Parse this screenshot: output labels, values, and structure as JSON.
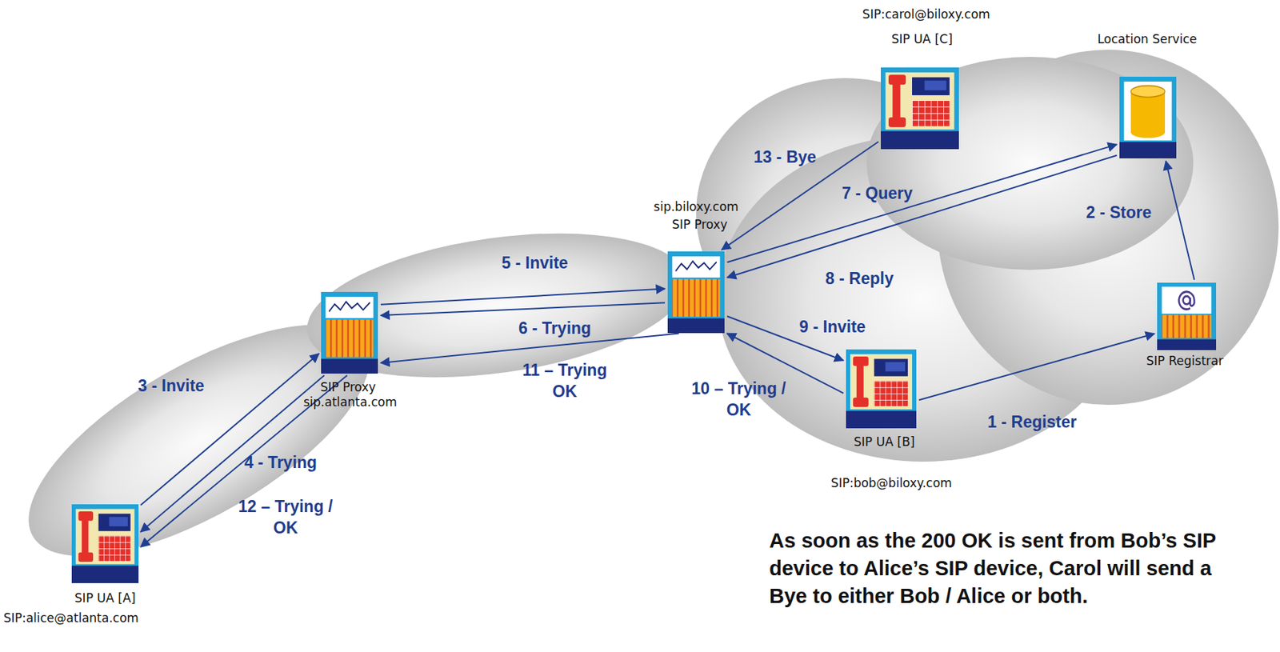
{
  "diagram": {
    "nodes": [
      {
        "text": [
          "SIP:carol@biloxy.com",
          "SIP UA [C]"
        ]
      },
      {
        "text": [
          "Location Service"
        ]
      },
      {
        "text": [
          "sip.biloxy.com",
          "SIP Proxy"
        ]
      },
      {
        "text": [
          "SIP Proxy",
          "sip.atlanta.com"
        ]
      },
      {
        "text": [
          "SIP UA [B]",
          "SIP:bob@biloxy.com"
        ]
      },
      {
        "text": [
          "SIP Registrar"
        ]
      },
      {
        "text": [
          "SIP UA [A]",
          "SIP:alice@atlanta.com"
        ]
      }
    ],
    "edges": [
      {
        "from": 4,
        "to": 5,
        "label": "1 - Register",
        "arrow": "to"
      },
      {
        "from": 5,
        "to": 1,
        "label": "2 - Store",
        "arrow": "to"
      },
      {
        "from": 6,
        "to": 3,
        "label": "3 - Invite",
        "arrow": "to"
      },
      {
        "from": 3,
        "to": 6,
        "label": "4 - Trying",
        "arrow": "to"
      },
      {
        "from": 3,
        "to": 2,
        "label": "5 - Invite",
        "arrow": "to"
      },
      {
        "from": 2,
        "to": 3,
        "label": "6 - Trying",
        "arrow": "to"
      },
      {
        "from": 2,
        "to": 1,
        "label": "7 - Query",
        "arrow": "to"
      },
      {
        "from": 1,
        "to": 2,
        "label": "8 - Reply",
        "arrow": "to"
      },
      {
        "from": 2,
        "to": 4,
        "label": "9 - Invite",
        "arrow": "to"
      },
      {
        "from": 4,
        "to": 2,
        "label": "10 – Trying / OK",
        "arrow": "to"
      },
      {
        "from": 2,
        "to": 3,
        "label": "11 – Trying OK",
        "arrow": "to"
      },
      {
        "from": 3,
        "to": 6,
        "label": "12 – Trying / OK",
        "arrow": "to"
      },
      {
        "from": 0,
        "to": 2,
        "label": "13 - Bye",
        "arrow": "to"
      }
    ],
    "labels": [
      "As soon as the 200 OK is sent from Bob’s SIP device to Alice’s SIP device, Carol will send a Bye to either Bob / Alice or both."
    ]
  }
}
